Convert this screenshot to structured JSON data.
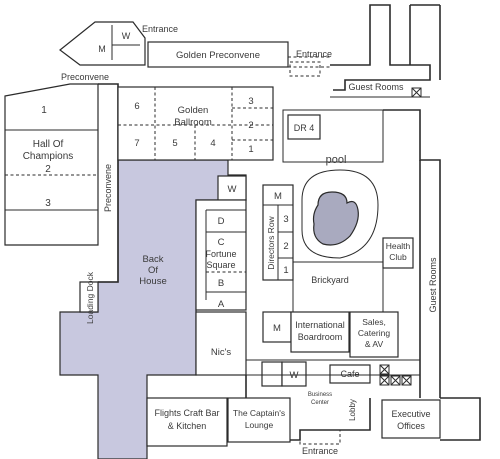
{
  "colors": {
    "back_of_house": "#c8c8df",
    "pool_water": "#a9aabf",
    "walls": "#2b2b2b",
    "text": "#3a3a3a"
  },
  "labels": {
    "entrance_top": "Entrance",
    "entrance_right": "Entrance",
    "entrance_bottom": "Entrance",
    "preconvene_top": "Preconvene",
    "preconvene_side": "Preconvene",
    "restroom_m_top": "M",
    "restroom_w_top": "W",
    "golden_preconvene": "Golden Preconvene",
    "guest_rooms_top": "Guest Rooms",
    "guest_rooms_side": "Guest Rooms",
    "hall_of_champions": [
      "Hall Of",
      "Champions"
    ],
    "hoc_1": "1",
    "hoc_2": "2",
    "hoc_3": "3",
    "golden_ballroom": [
      "Golden",
      "Ballroom"
    ],
    "gb_6": "6",
    "gb_7": "7",
    "gb_5": "5",
    "gb_4": "4",
    "gb_3": "3",
    "gb_2": "2",
    "gb_1": "1",
    "dr4": "DR 4",
    "pool": "pool",
    "restroom_w_mid": "W",
    "restroom_m_mid": "M",
    "fortune_d": "D",
    "fortune_c": "C",
    "fortune_square": [
      "Fortune",
      "Square"
    ],
    "fortune_b": "B",
    "fortune_a": "A",
    "directors_row": "Directors Row",
    "dr_3": "3",
    "dr_2": "2",
    "dr_1": "1",
    "back_of_house": [
      "Back",
      "Of",
      "House"
    ],
    "loading_dock": "Loading Dock",
    "brickyard": "Brickyard",
    "health_club": [
      "Health",
      "Club"
    ],
    "restroom_m_low": "M",
    "international_boardroom": [
      "International",
      "Boardroom"
    ],
    "sales_catering": [
      "Sales,",
      "Catering",
      "& AV"
    ],
    "nics": "Nic's",
    "restroom_w_low": "W",
    "cafe": "Cafe",
    "business_center": [
      "Business",
      "Center"
    ],
    "lobby": "Lobby",
    "flights": [
      "Flights Craft Bar",
      "& Kitchen"
    ],
    "captains_lounge": [
      "The Captain's",
      "Lounge"
    ],
    "executive_offices": [
      "Executive",
      "Offices"
    ]
  }
}
